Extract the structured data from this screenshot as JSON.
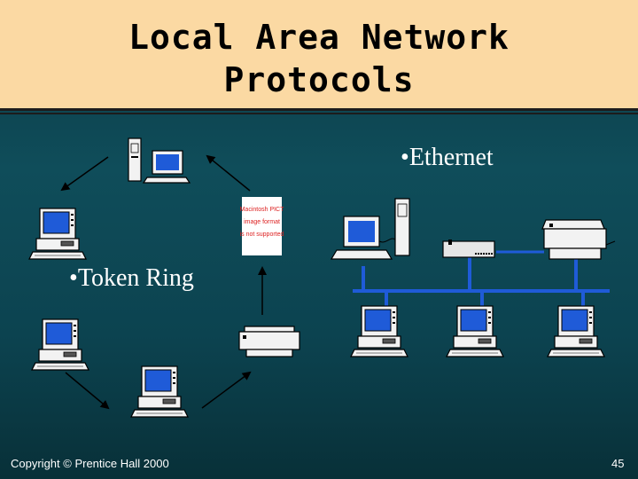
{
  "slide": {
    "title_line1": "Local Area Network",
    "title_line2": "Protocols",
    "bullets": {
      "ethernet": "Ethernet",
      "token_ring": "Token Ring"
    },
    "placeholder_image_text": [
      "Macintosh PICT",
      "image format",
      "is not supported"
    ],
    "footer": {
      "copyright": "Copyright © Prentice Hall 2000",
      "page_number": "45"
    }
  },
  "colors": {
    "title_background": "#fbd9a3",
    "slide_background": "#0f4d5a",
    "bus_line": "#1f5bd8",
    "monitor_screen": "#1f5bd8"
  },
  "icons": [
    "workstation-icon",
    "desktop-computer-icon",
    "printer-icon",
    "network-hub-icon",
    "arrow-icon"
  ]
}
